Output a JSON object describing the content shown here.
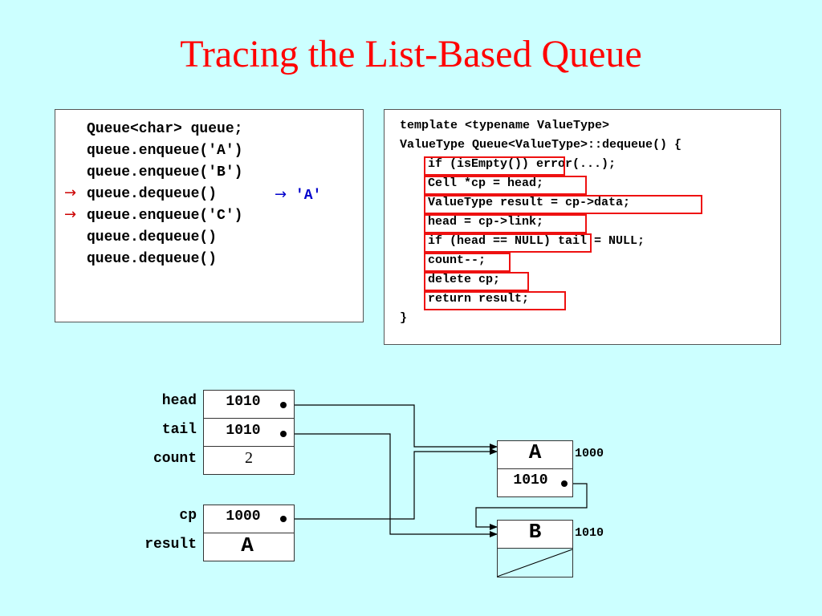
{
  "title": "Tracing the List-Based Queue",
  "client_code": {
    "lines": [
      "Queue<char> queue;",
      "queue.enqueue('A')",
      "queue.enqueue('B')",
      "queue.dequeue()",
      "queue.enqueue('C')",
      "queue.dequeue()",
      "queue.dequeue()"
    ],
    "marker": "→",
    "return_arrow": "→",
    "return_value": "'A'"
  },
  "dequeue_code": {
    "header": [
      "template <typename ValueType>",
      "ValueType Queue<ValueType>::dequeue() {"
    ],
    "body": [
      {
        "hl": "if (isEmpty())",
        "rest": " error(...);"
      },
      {
        "hl": "Cell *cp = head;",
        "rest": ""
      },
      {
        "hl": "ValueType result = cp->data;",
        "rest": ""
      },
      {
        "hl": "head = cp->link;",
        "rest": ""
      },
      {
        "hl": "if (head == NULL)",
        "rest": " tail = NULL;"
      },
      {
        "hl": "count--;",
        "rest": ""
      },
      {
        "hl": "delete cp;",
        "rest": ""
      },
      {
        "hl": "return result;",
        "rest": ""
      }
    ],
    "footer": "}"
  },
  "queue_object": {
    "labels": {
      "head": "head",
      "tail": "tail",
      "count": "count"
    },
    "head": "1010",
    "tail": "1010",
    "count": "2"
  },
  "locals": {
    "labels": {
      "cp": "cp",
      "result": "result"
    },
    "cp": "1000",
    "result": "A"
  },
  "cells": [
    {
      "data": "A",
      "link": "1010",
      "address": "1000"
    },
    {
      "data": "B",
      "link": "",
      "address": "1010"
    }
  ]
}
